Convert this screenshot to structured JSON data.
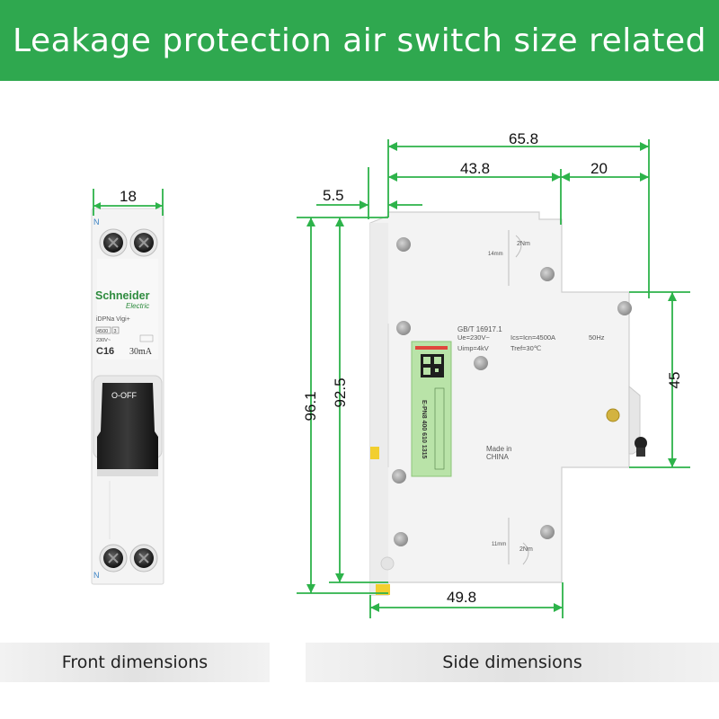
{
  "banner": {
    "title": "Leakage protection air switch size related",
    "color": "#2fa84f"
  },
  "captions": {
    "front": "Front dimensions",
    "side": "Side dimensions"
  },
  "front": {
    "width_dim": "18",
    "terminal_mark": "N",
    "brand": "Schneider",
    "brand_sub": "Electric",
    "model": "iDPNa Vigi+",
    "rating_box1": "4500",
    "rating_box2": "3",
    "voltage": "230V~",
    "curve": "C16",
    "sensitivity": "30mA",
    "switch_state": "O-OFF"
  },
  "side": {
    "dims": {
      "overall_depth": "65.8",
      "front_depth": "43.8",
      "rear_depth": "20",
      "offset": "5.5",
      "total_height": "96.1",
      "inner_height": "92.5",
      "rail_height": "45",
      "base_depth": "49.8"
    },
    "label": {
      "standard": "GB/T 16917.1",
      "ue": "Ue=230V~",
      "ics": "Ics=Icn=4500A",
      "freq": "50Hz",
      "uimp": "Uimp=4kV",
      "tref": "Tref=30℃",
      "made_in": "Made in",
      "country": "CHINA",
      "torque_top": "2Nm",
      "strip_top": "14mm",
      "torque_bottom": "2Nm",
      "strip_bottom": "11mm",
      "sticker_text": "E-PN8 400 610 1315"
    },
    "dim_color": "#2db34a"
  }
}
